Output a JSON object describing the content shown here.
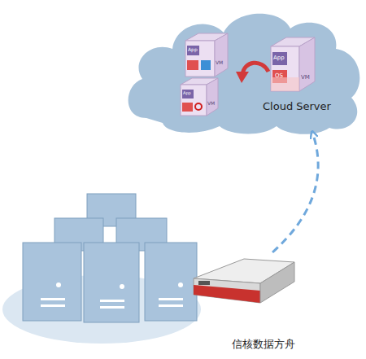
{
  "diagram": {
    "nodes": [
      {
        "text": [
          "Cloud Server"
        ]
      },
      {
        "text": [
          "信核数据方舟"
        ]
      }
    ],
    "edges": [
      {
        "from": 1,
        "to": 0,
        "arrow": "to"
      }
    ],
    "labels": [
      "App",
      "OS",
      "VM",
      "App",
      "VM",
      "App",
      "VM"
    ]
  }
}
